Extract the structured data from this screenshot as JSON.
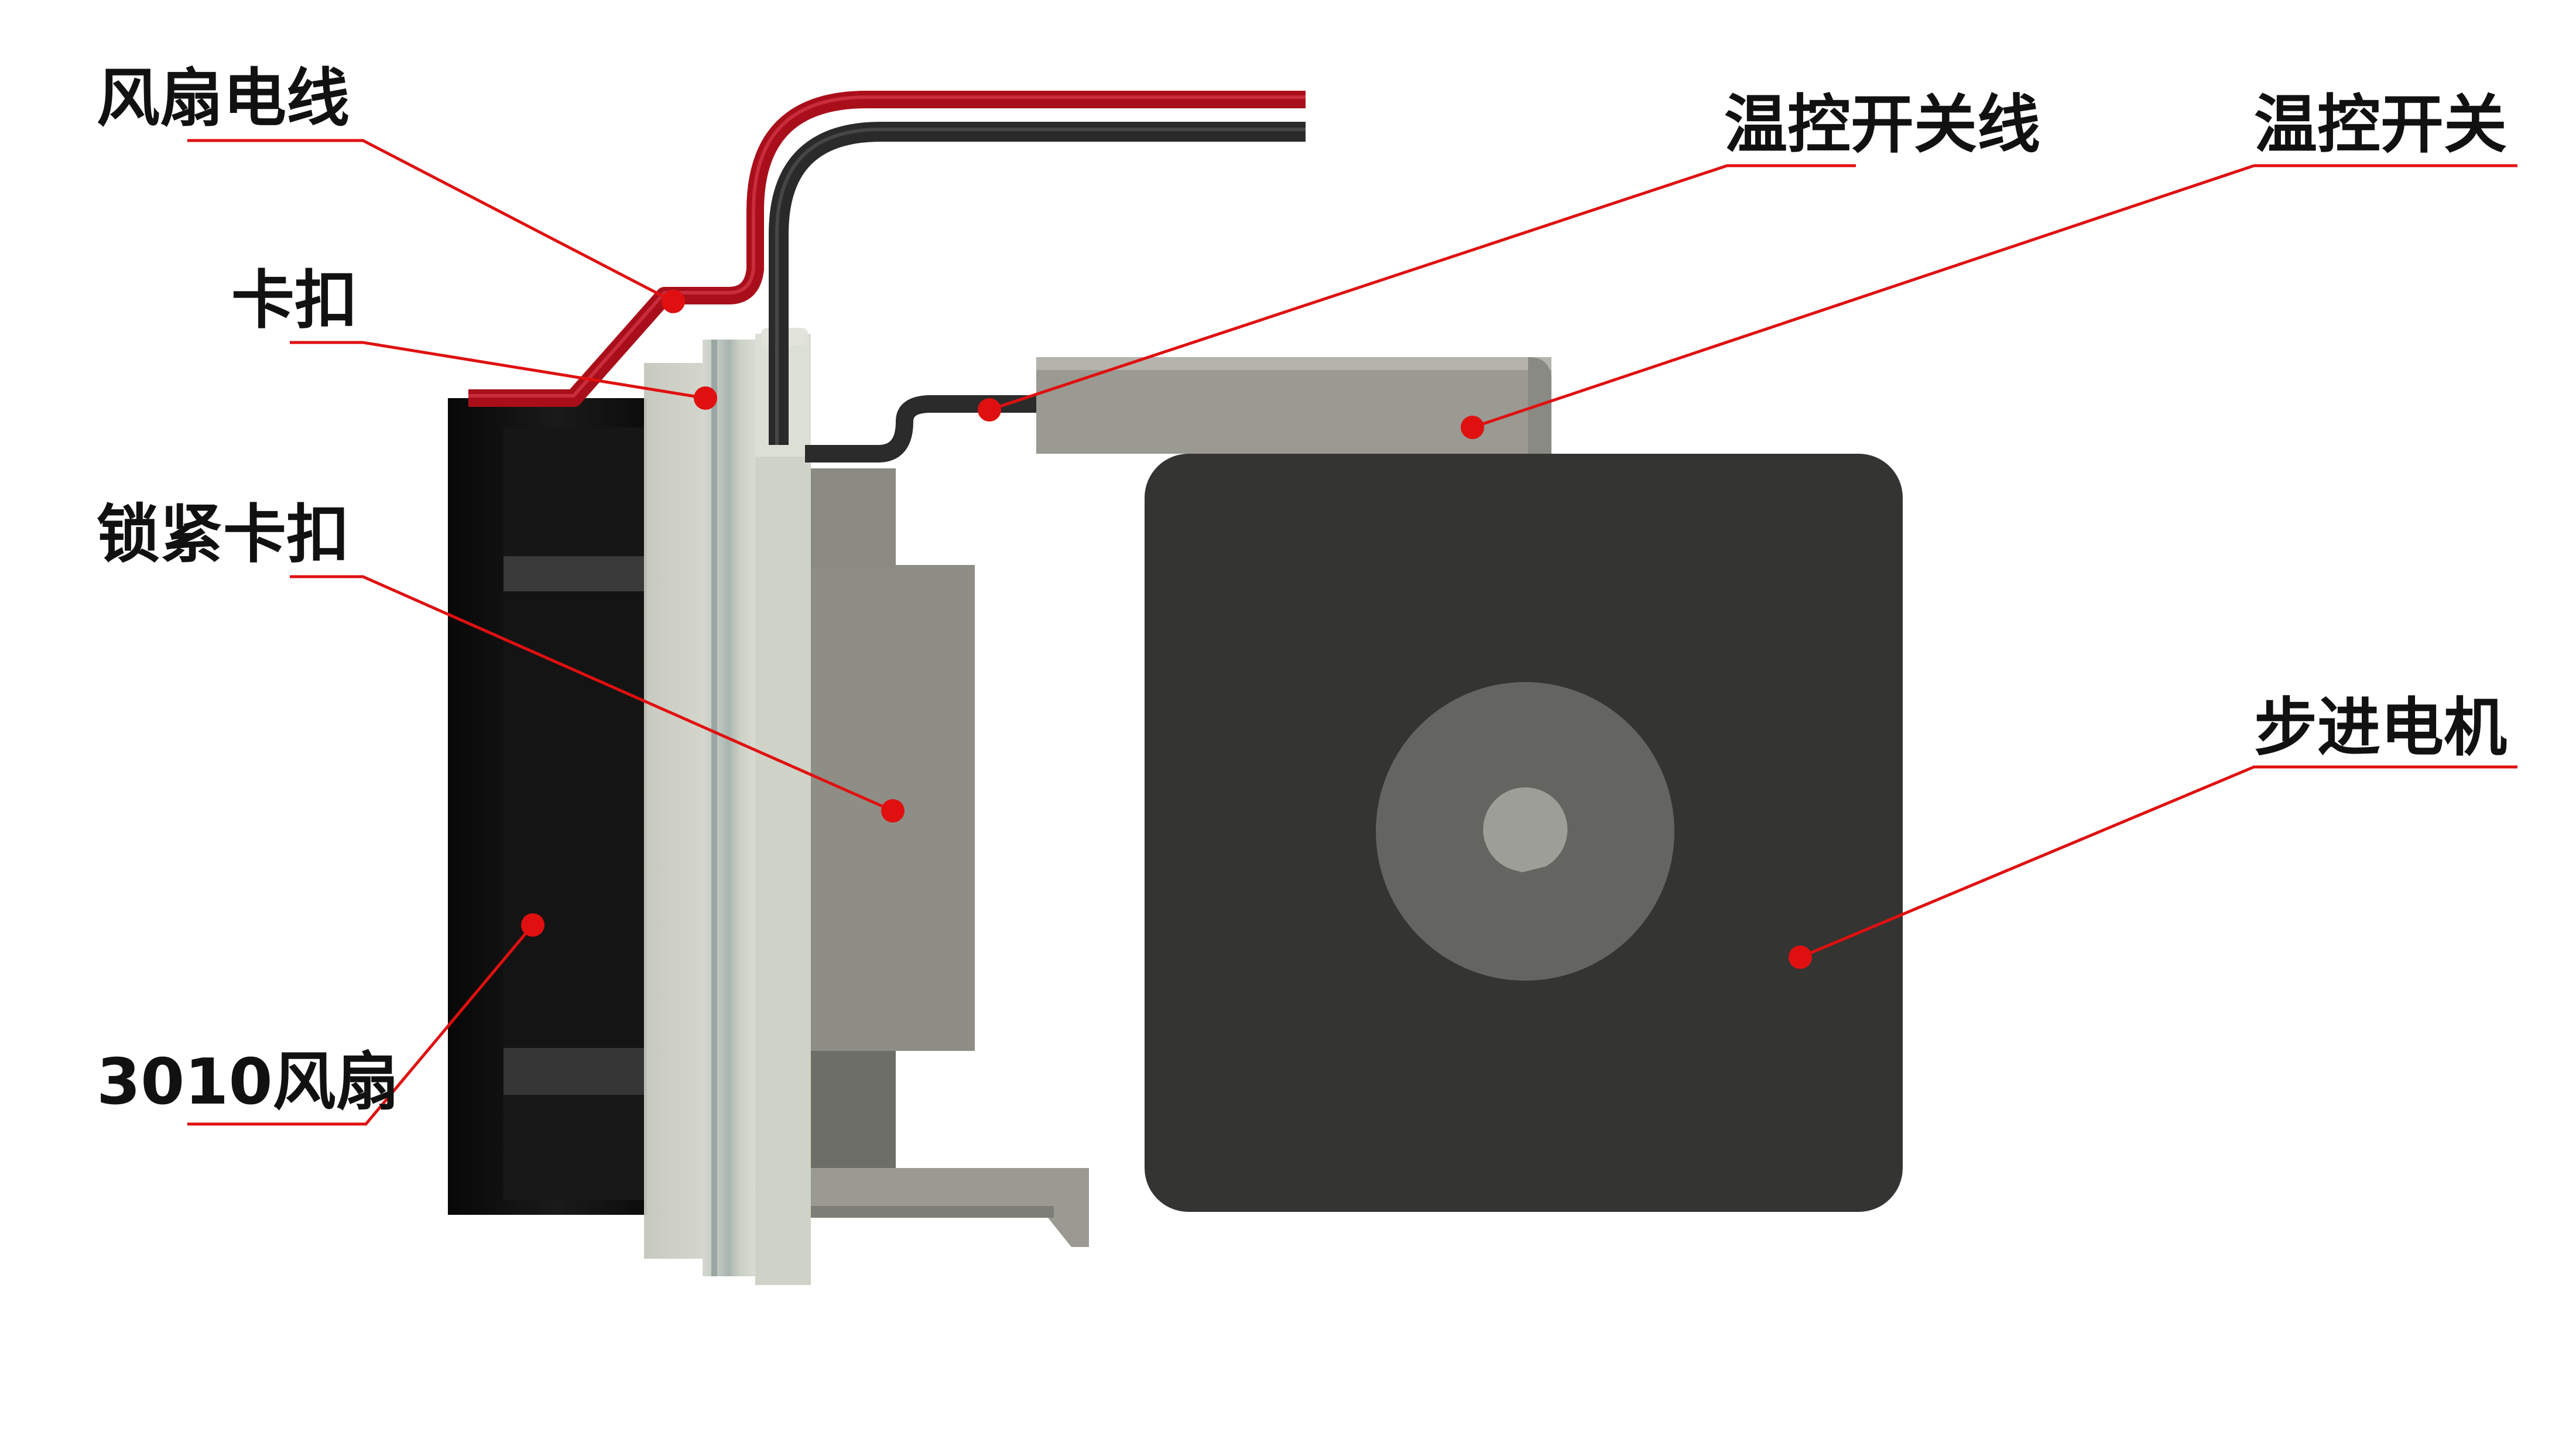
{
  "labels": {
    "fan_wire": "风扇电线",
    "clip": "卡扣",
    "lock_clip": "锁紧卡扣",
    "fan": "3010风扇",
    "switch_wire": "温控开关线",
    "switch": "温控开关",
    "motor": "步进电机"
  },
  "colors": {
    "leader_line": "#e01010",
    "wire_red": "#b0101c",
    "wire_black": "#2a2a2a",
    "motor_body": "#343432",
    "switch_body": "#9a9a92",
    "clip_translucent": "#c8ccc0",
    "bracket_gray": "#8e8e86",
    "fan_body": "#111111"
  }
}
